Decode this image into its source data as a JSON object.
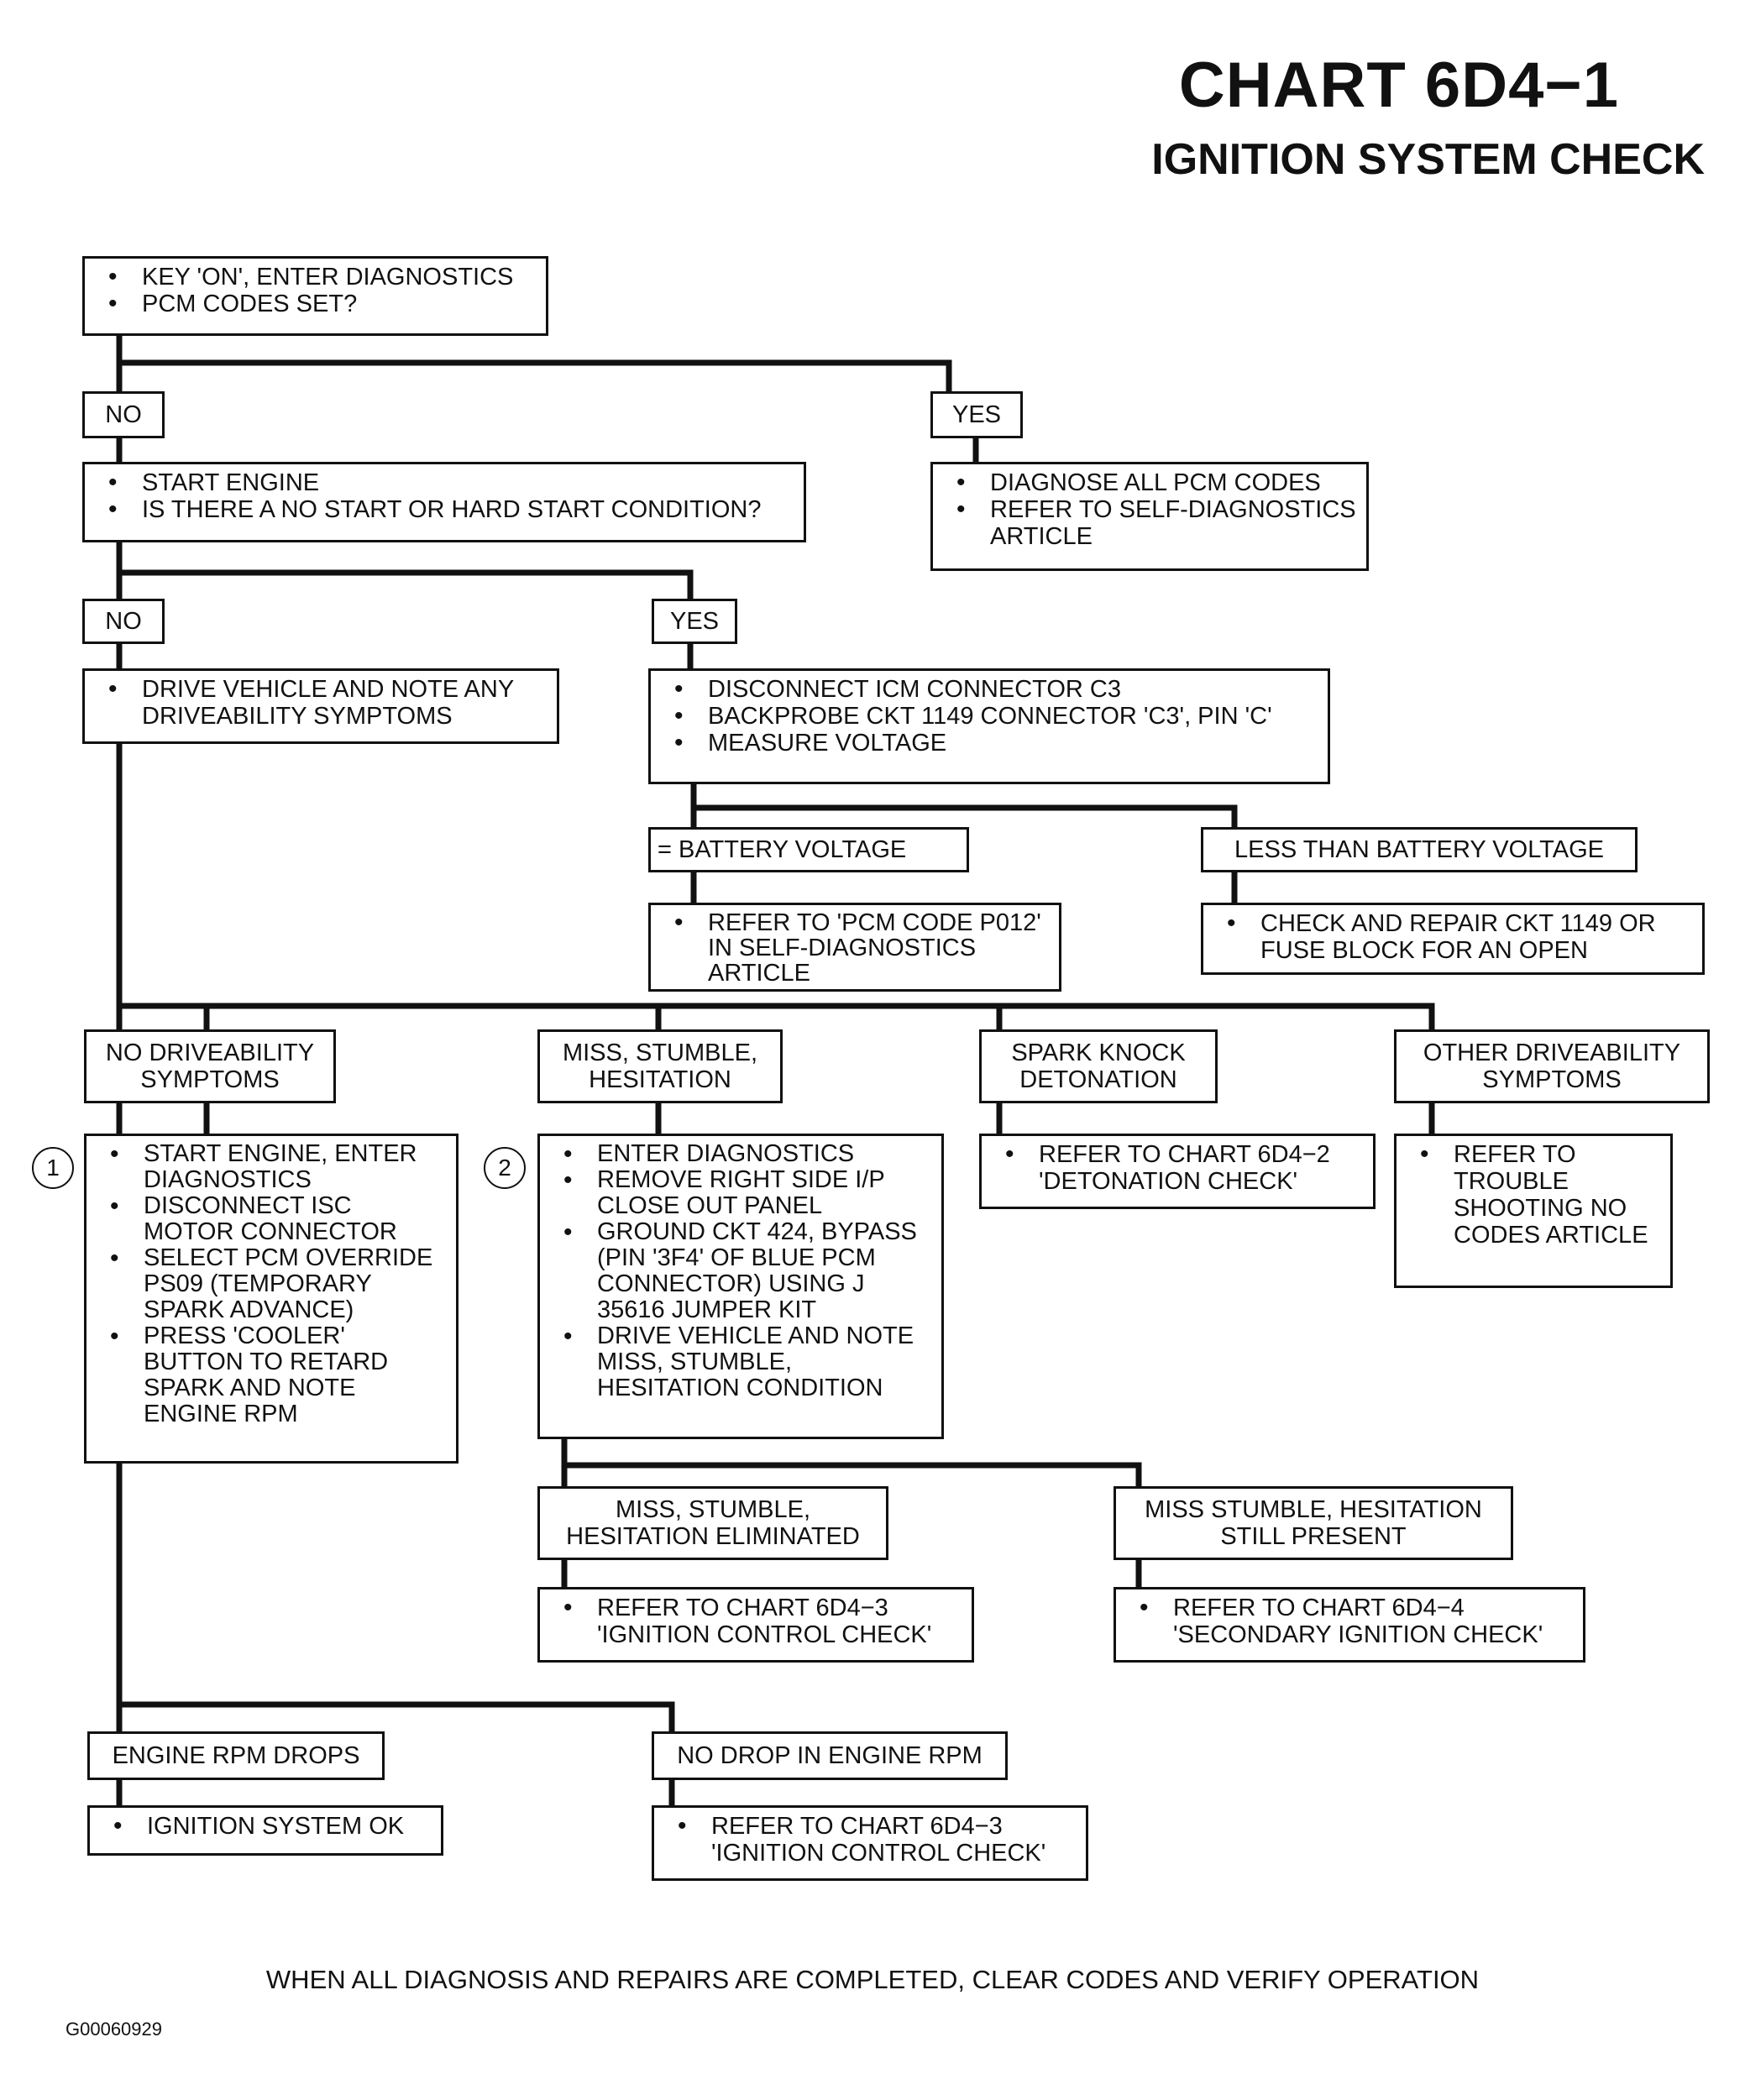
{
  "title": "CHART 6D4−1",
  "subtitle": "IGNITION SYSTEM CHECK",
  "steps": {
    "start": [
      "KEY 'ON', ENTER DIAGNOSTICS",
      "PCM CODES SET?"
    ],
    "no1": "NO",
    "yes1": "YES",
    "start_engine": [
      "START ENGINE",
      "IS THERE A NO START OR HARD START CONDITION?"
    ],
    "diagnose": [
      "DIAGNOSE ALL PCM CODES",
      "REFER TO SELF-DIAGNOSTICS ARTICLE"
    ],
    "no2": "NO",
    "yes2": "YES",
    "drive": [
      "DRIVE VEHICLE AND NOTE ANY DRIVEABILITY SYMPTOMS"
    ],
    "disconnect": [
      "DISCONNECT ICM CONNECTOR C3",
      "BACKPROBE CKT 1149 CONNECTOR 'C3', PIN 'C'",
      "MEASURE VOLTAGE"
    ],
    "eq_batt": "= BATTERY VOLTAGE",
    "less_batt": "LESS THAN BATTERY VOLTAGE",
    "refer_p012": [
      "REFER TO 'PCM CODE P012' IN SELF-DIAGNOSTICS ARTICLE"
    ],
    "check_repair": [
      "CHECK AND REPAIR CKT 1149 OR FUSE BLOCK FOR AN OPEN"
    ],
    "no_drive_sym": "NO DRIVEABILITY SYMPTOMS",
    "miss_stumble": "MISS, STUMBLE, HESITATION",
    "spark_knock": "SPARK KNOCK DETONATION",
    "other_sym": "OTHER DRIVEABILITY SYMPTOMS",
    "circle1": "1",
    "circle2": "2",
    "proc1": [
      "START ENGINE, ENTER DIAGNOSTICS",
      "DISCONNECT ISC MOTOR CONNECTOR",
      "SELECT PCM OVERRIDE PS09 (TEMPORARY SPARK ADVANCE)",
      "PRESS 'COOLER' BUTTON TO RETARD SPARK AND NOTE ENGINE RPM"
    ],
    "proc2": [
      "ENTER DIAGNOSTICS",
      "REMOVE RIGHT SIDE I/P CLOSE OUT PANEL",
      "GROUND CKT 424, BYPASS (PIN '3F4' OF BLUE PCM CONNECTOR) USING J 35616 JUMPER KIT",
      "DRIVE VEHICLE AND NOTE MISS, STUMBLE, HESITATION CONDITION"
    ],
    "refer_6d42": [
      "REFER TO CHART 6D4−2 'DETONATION CHECK'"
    ],
    "refer_trouble": [
      "REFER TO TROUBLE SHOOTING NO CODES ARTICLE"
    ],
    "eliminated": "MISS, STUMBLE, HESITATION ELIMINATED",
    "still_present": "MISS STUMBLE, HESITATION STILL PRESENT",
    "refer_6d43a": [
      "REFER TO CHART 6D4−3 'IGNITION CONTROL CHECK'"
    ],
    "refer_6d44": [
      "REFER TO CHART 6D4−4 'SECONDARY IGNITION CHECK'"
    ],
    "rpm_drops": "ENGINE RPM DROPS",
    "no_drop": "NO DROP IN ENGINE RPM",
    "ign_ok": [
      "IGNITION SYSTEM OK"
    ],
    "refer_6d43b": [
      "REFER TO CHART 6D4−3 'IGNITION CONTROL CHECK'"
    ]
  },
  "footer": "WHEN ALL DIAGNOSIS AND REPAIRS ARE COMPLETED, CLEAR CODES AND VERIFY OPERATION",
  "image_code": "G00060929"
}
